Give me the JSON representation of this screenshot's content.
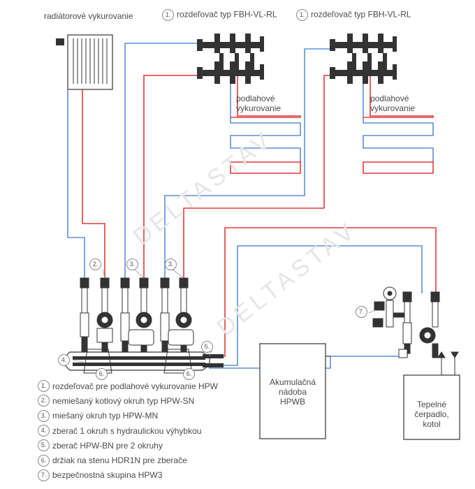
{
  "labels": {
    "radiator": "radiátorové vykurovanie",
    "manifold_1": "rozdeľovač typ FBH-VL-RL",
    "manifold_2": "rozdeľovač typ FBH-VL-RL",
    "floor_1": "podlahové\nvykurovanie",
    "floor_2": "podlahové\nvykurovanie",
    "tank": "Akumulačná\nnádoba\nHPWB",
    "heat_pump": "Tepelné\nčerpadlo,\nkotol"
  },
  "markers": {
    "m1a": "1.",
    "m1b": "1.",
    "m2": "2.",
    "m3a": "3.",
    "m3b": "3.",
    "m4": "4.",
    "m5": "5.",
    "m6a": "6.",
    "m6b": "6.",
    "m7": "7."
  },
  "watermark": "DELTASTAV",
  "legend": [
    {
      "num": "1.",
      "text": "rozdeľovač pre podlahové vykurovanie HPW"
    },
    {
      "num": "2.",
      "text": "nemiešaný kotlový okruh typ HPW-SN"
    },
    {
      "num": "3.",
      "text": "miešaný okruh typ HPW-MN"
    },
    {
      "num": "4.",
      "text": "zberač 1 okruh s hydraulickou výhybkou"
    },
    {
      "num": "5.",
      "text": "zberač HPW-BN pre 2 okruhy"
    },
    {
      "num": "6.",
      "text": "držiak na stenu HDR1N pre zberače"
    },
    {
      "num": "7.",
      "text": "bezpečnostná skupina HPW3"
    }
  ],
  "colors": {
    "supply": "#e23a3a",
    "return": "#5b8fd6",
    "line": "#333333"
  }
}
